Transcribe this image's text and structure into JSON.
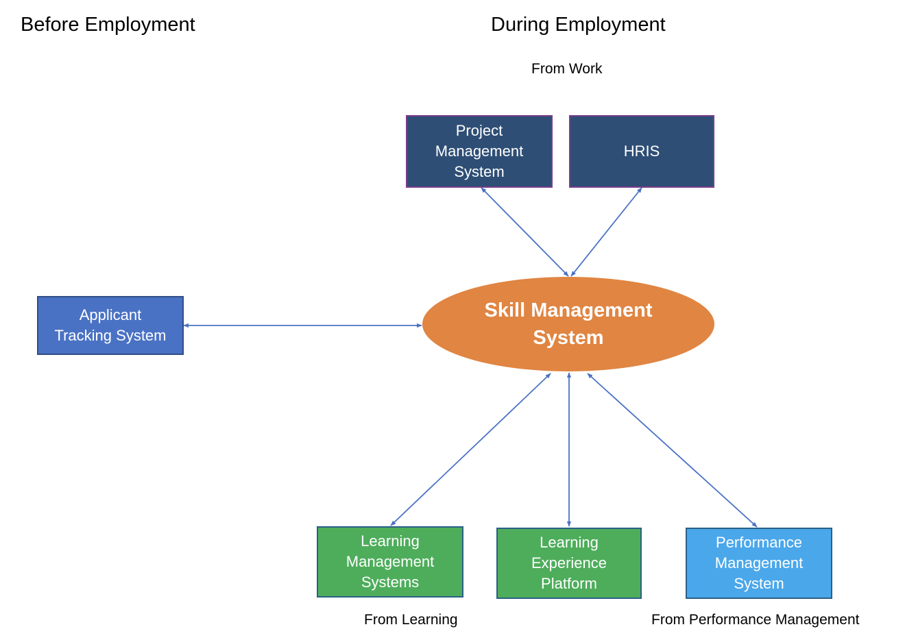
{
  "headings": {
    "before": "Before Employment",
    "during": "During Employment"
  },
  "captions": {
    "work": "From Work",
    "learning": "From Learning",
    "performance": "From Performance Management"
  },
  "center": {
    "lines": [
      "Skill Management",
      "System"
    ]
  },
  "nodes": {
    "pms": [
      "Project",
      "Management",
      "System"
    ],
    "hris": [
      "HRIS"
    ],
    "ats": [
      "Applicant",
      "Tracking System"
    ],
    "lms": [
      "Learning",
      "Management",
      "Systems"
    ],
    "lxp": [
      "Learning",
      "Experience",
      "Platform"
    ],
    "perf": [
      "Performance",
      "Management",
      "System"
    ]
  },
  "colors": {
    "ellipse": "#e08542",
    "work_systems": "#2e4e75",
    "applicant_tracking": "#4a72c4",
    "learning_systems": "#4ead5b",
    "performance_system": "#4aa7ea",
    "connector": "#4a72c4"
  }
}
